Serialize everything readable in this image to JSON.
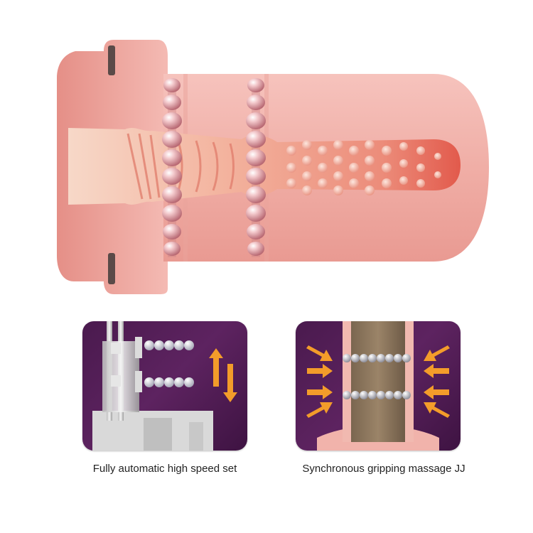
{
  "features": [
    {
      "caption": "Fully automatic high speed set",
      "illustration": "telescopic-rod-with-beaded-rings"
    },
    {
      "caption": "Synchronous gripping massage JJ",
      "illustration": "beaded-rings-gripping-shaft"
    }
  ],
  "colors": {
    "panel_background": "#4a1a4e",
    "arrow": "#f39c2a",
    "product_pink": "#f2b3ad",
    "caption_text": "#222222"
  }
}
